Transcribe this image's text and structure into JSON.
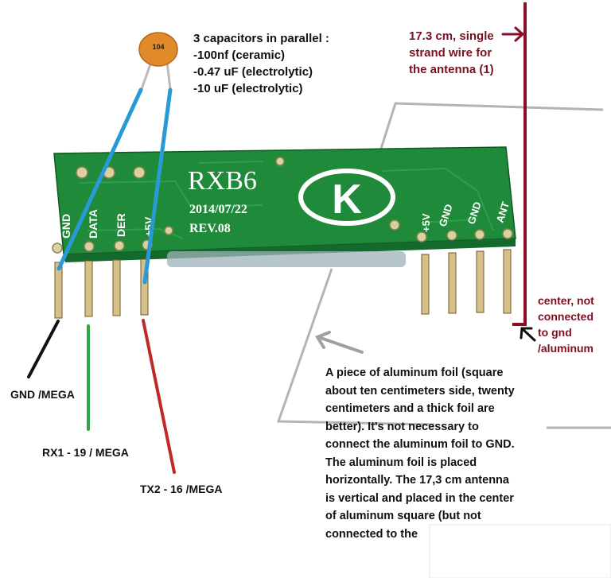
{
  "capacitor": {
    "marking": "104",
    "note_lines": [
      "3 capacitors in parallel :",
      "-100nf (ceramic)",
      "-0.47 uF (electrolytic)",
      "-10 uF (electrolytic)"
    ]
  },
  "module": {
    "name": "RXB6",
    "date": "2014/07/22",
    "rev": "REV.08",
    "logo_letter": "K",
    "left_pins": [
      "GND",
      "DATA",
      "DER",
      "+5V"
    ],
    "right_pins": [
      "+5V",
      "GND",
      "GND",
      "ANT"
    ]
  },
  "antenna_note": [
    "17.3 cm, single",
    "strand wire for",
    "the antenna (1)"
  ],
  "center_note": [
    "center, not",
    "connected",
    "to gnd",
    "/aluminum"
  ],
  "foil_note": [
    "A piece of aluminum foil (square",
    "about ten centimeters side, twenty",
    "centimeters and a thick foil  are",
    "better). It's not necessary to",
    "connect the aluminum foil to GND.",
    "The aluminum foil is placed",
    "horizontally. The 17,3 cm antenna",
    "is vertical and placed in the center",
    "of aluminum square (but not",
    "connected to the"
  ],
  "connections": {
    "gnd": "GND /MEGA",
    "rx": "RX1 - 19 / MEGA",
    "tx": "TX2 - 16 /MEGA"
  },
  "colors": {
    "board": "#1f8a3a",
    "wire_blue": "#2a9ad6",
    "wire_black": "#111111",
    "wire_green": "#2aa84a",
    "wire_red": "#c22828",
    "antenna": "#8a0f24",
    "foil_outline": "#a8a8a8",
    "capacitor": "#e08a2a"
  }
}
